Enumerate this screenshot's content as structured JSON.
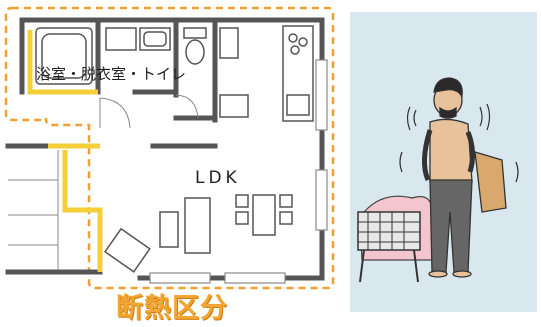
{
  "rooms": {
    "bath_label": "浴室・脱衣室・トイレ",
    "ldk_label": "LDK"
  },
  "zone_label": "断熱区分",
  "colors": {
    "insulation_boundary": "#f0a030",
    "warm_partition": "#f5cf3a",
    "wall": "#555555",
    "illustration_bg": "#d8e8ee"
  },
  "illustration": {
    "subject": "shivering-man-undressing-icon",
    "object": "laundry-basket-icon"
  }
}
